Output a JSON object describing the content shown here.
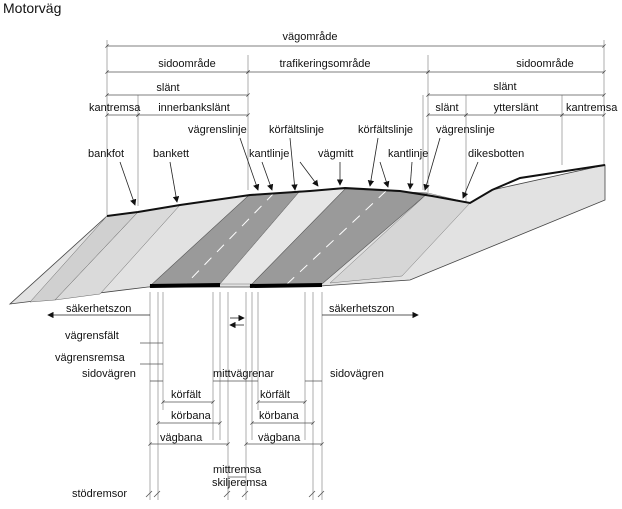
{
  "title": "Motorväg",
  "dimension_labels": {
    "vagomrade": "vägområde",
    "sidoomrade_left": "sidoområde",
    "trafikeringsomrade": "trafikeringsområde",
    "sidoomrade_right": "sidoområde",
    "slant_left": "slänt",
    "slant_right": "slänt",
    "kantremsa_left": "kantremsa",
    "innerbankslant": "innerbankslänt",
    "slant_right_inner": "slänt",
    "ytterslant": "ytterslänt",
    "kantremsa_right": "kantremsa"
  },
  "feature_labels": {
    "vagrenslinje_left": "vägrenslinje",
    "korfaltslinje_left": "körfältslinje",
    "korfaltslinje_right": "körfältslinje",
    "vagrenslinje_right": "vägrenslinje",
    "bankfot": "bankfot",
    "bankett": "bankett",
    "kantlinje_left": "kantlinje",
    "vagmitt": "vägmitt",
    "kantlinje_right": "kantlinje",
    "dikesbotten": "dikesbotten"
  },
  "lower_labels": {
    "sakerhetszon_left": "säkerhetszon",
    "sakerhetszon_right": "säkerhetszon",
    "vagrensfalt": "vägrensfält",
    "vagrensremsa": "vägrensremsa",
    "sidovagren_left": "sidovägren",
    "mittvagrenar": "mittvägrenar",
    "sidovagren_right": "sidovägren",
    "korfalt_left": "körfält",
    "korfalt_right": "körfält",
    "korbana_left": "körbana",
    "korbana_right": "körbana",
    "vagbana_left": "vägbana",
    "vagbana_right": "vägbana",
    "mittremsa": "mittremsa",
    "skiljeremsa": "skiljeremsa",
    "stodremsor": "stödremsor"
  },
  "colors": {
    "text": "#111111",
    "carriageway": "#9a9a9a",
    "embankment": "#d8d8d8",
    "median": "#e6e6e6",
    "edge_stripes": "#000000"
  }
}
